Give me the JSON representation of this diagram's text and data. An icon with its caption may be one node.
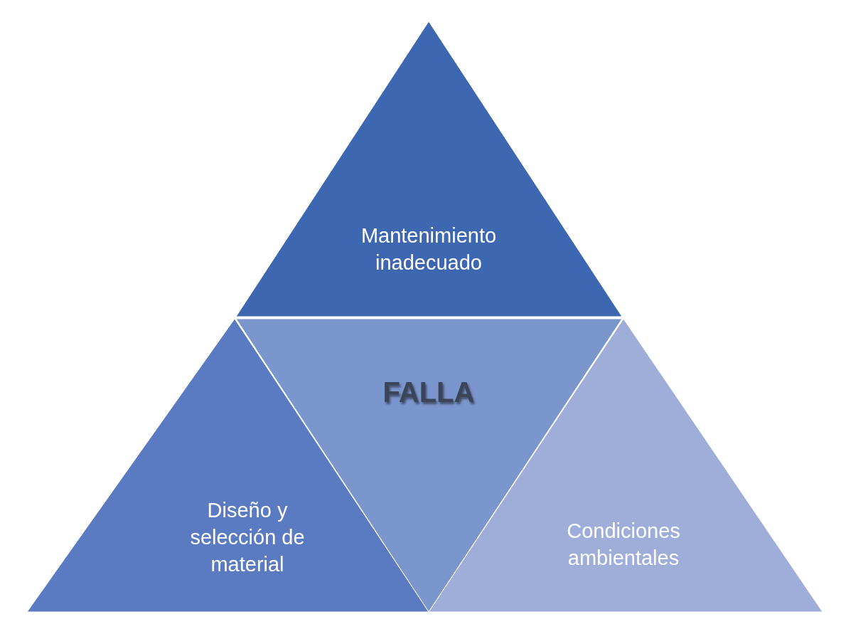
{
  "diagram": {
    "nodes": [
      {
        "text": [
          "Mantenimiento inadecuado"
        ]
      },
      {
        "text": [
          "FALLA"
        ]
      },
      {
        "text": [
          "Diseño y selección de material"
        ]
      },
      {
        "text": [
          "Condiciones ambientales"
        ]
      }
    ]
  }
}
